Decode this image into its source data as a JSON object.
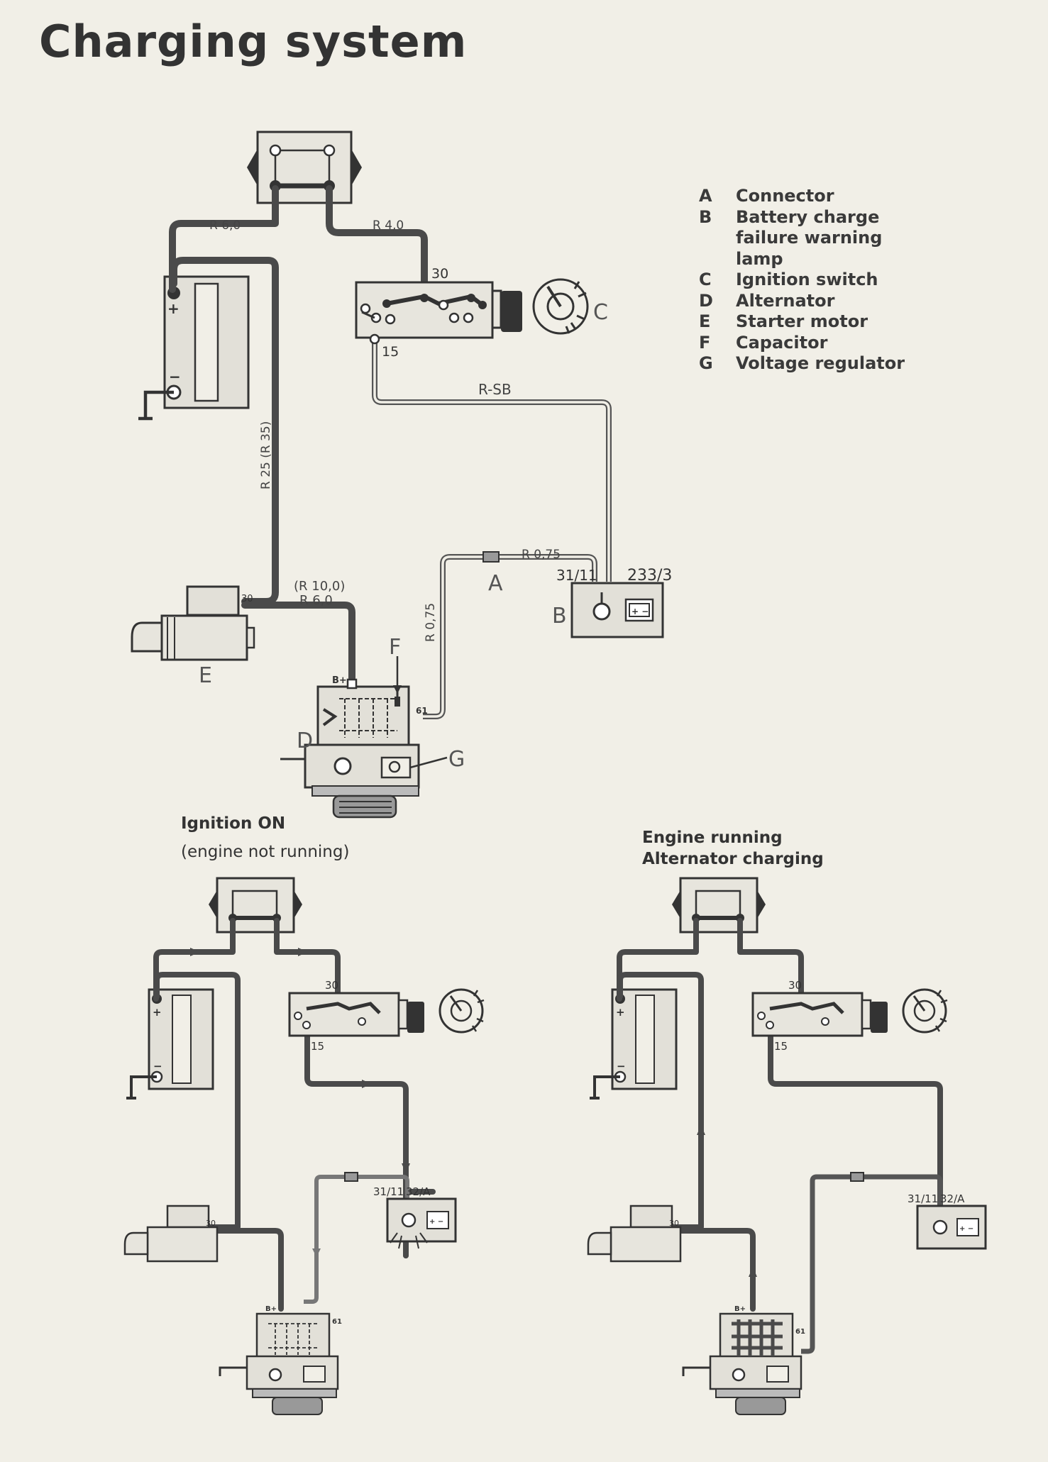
{
  "title": "Charging system",
  "legend": [
    {
      "letter": "A",
      "text": "Connector"
    },
    {
      "letter": "B",
      "text": "Battery charge failure warning lamp"
    },
    {
      "letter": "C",
      "text": "Ignition switch"
    },
    {
      "letter": "D",
      "text": "Alternator"
    },
    {
      "letter": "E",
      "text": "Starter motor"
    },
    {
      "letter": "F",
      "text": "Capacitor"
    },
    {
      "letter": "G",
      "text": "Voltage regulator"
    }
  ],
  "main_diagram": {
    "wire_labels": {
      "w1": "R 6,0",
      "w2": "R 4,0",
      "w3": "R-SB",
      "w4": "R 25 (R 35)",
      "w5": "(R 10,0)",
      "w6": "R 6,0",
      "w7": "R 0,75",
      "w8": "R 0,75"
    },
    "terminals": {
      "switch_30": "30",
      "switch_15": "15",
      "lamp_31": "31/11",
      "lamp_233": "233/3",
      "starter_30": "30",
      "alt_b": "B+",
      "alt_61": "61"
    },
    "component_letters": {
      "a": "A",
      "b": "B",
      "c": "C",
      "d": "D",
      "e": "E",
      "f": "F",
      "g": "G"
    },
    "battery": {
      "plus": "+",
      "minus": "−"
    }
  },
  "panel_left": {
    "caption_line1": "Ignition ON",
    "caption_line2": "(engine not running)",
    "terminals": {
      "t30": "30",
      "t15": "15",
      "t31": "31/11",
      "t32": "32/A",
      "tstart": "30",
      "tb": "B+",
      "t61": "61"
    },
    "battery": {
      "plus": "+",
      "minus": "−"
    }
  },
  "panel_right": {
    "caption_line1": "Engine running",
    "caption_line2": "Alternator charging",
    "terminals": {
      "t30": "30",
      "t15": "15",
      "t31": "31/11",
      "t32": "32/A",
      "tstart": "30",
      "tb": "B+",
      "t61": "61"
    },
    "battery": {
      "plus": "+",
      "minus": "−"
    }
  }
}
